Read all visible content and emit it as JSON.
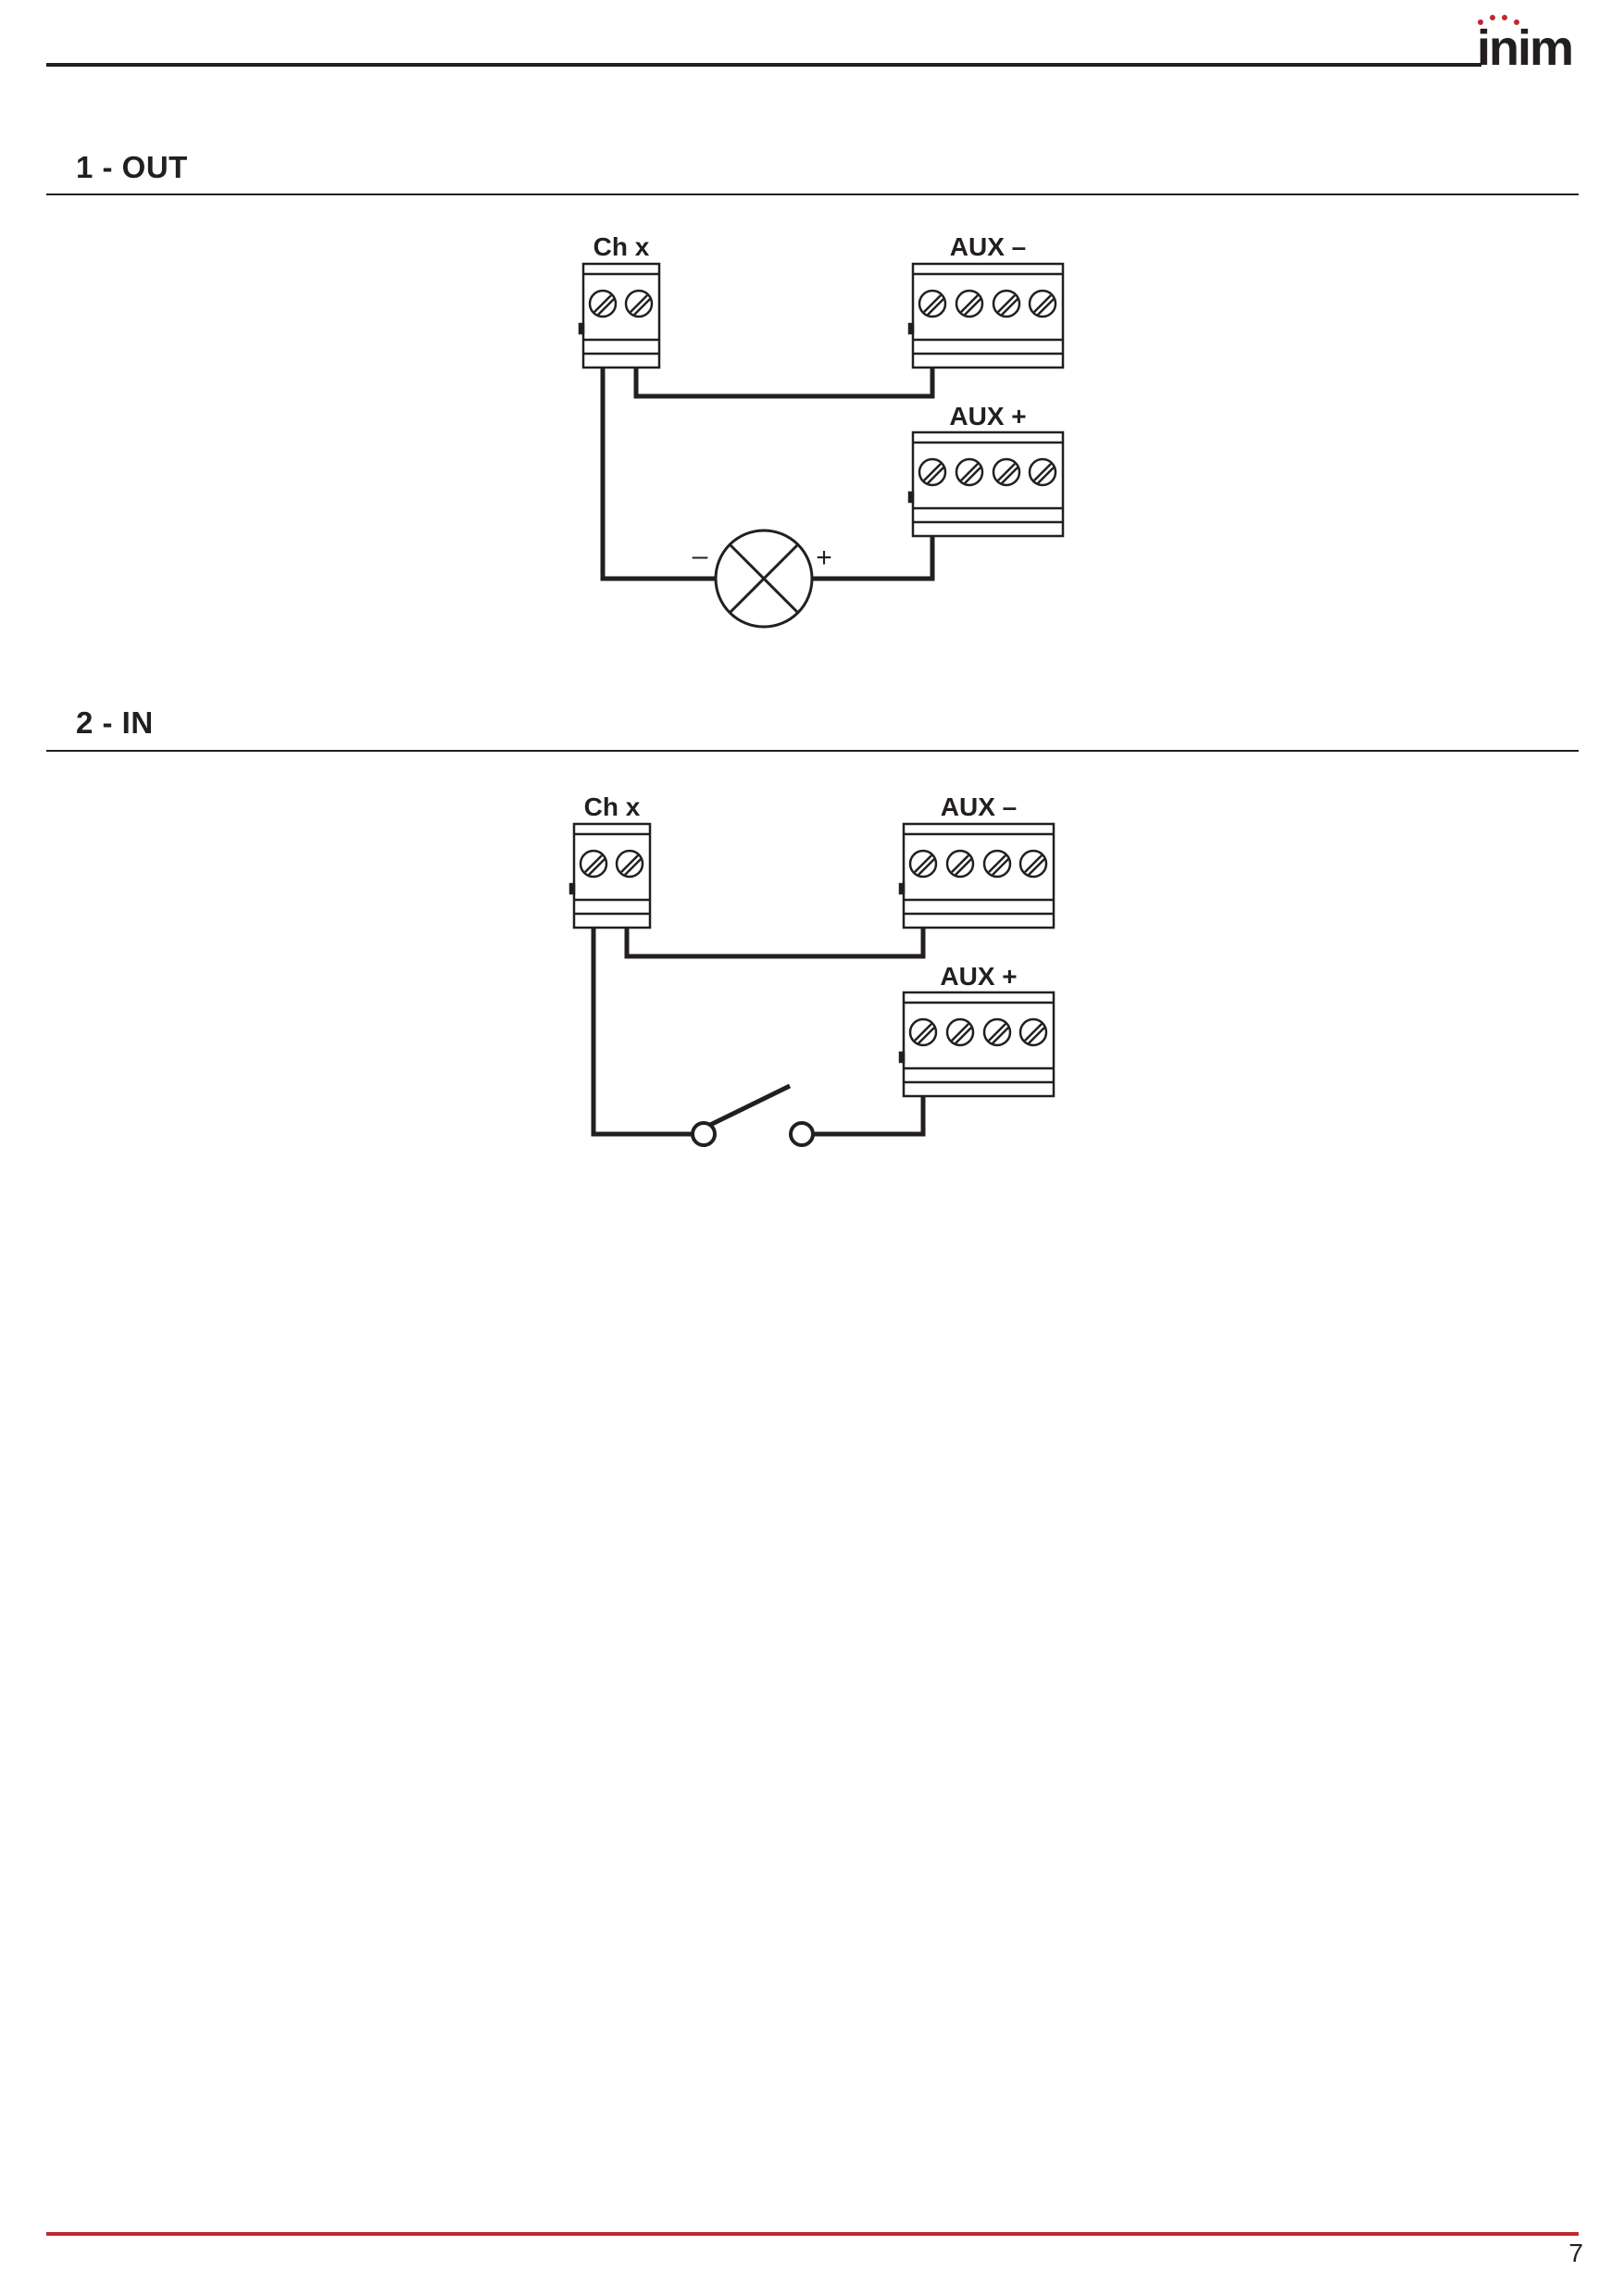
{
  "header": {
    "logo_text": "inim",
    "brand_color": "#c1272d"
  },
  "sections": [
    {
      "title": "1 - OUT",
      "labels": {
        "channel": "Ch x",
        "aux_minus": "AUX –",
        "aux_plus": "AUX +",
        "minus_sign": "–",
        "plus_sign": "+"
      },
      "load_icon": "lamp-icon"
    },
    {
      "title": "2 - IN",
      "labels": {
        "channel": "Ch x",
        "aux_minus": "AUX –",
        "aux_plus": "AUX +"
      },
      "load_icon": "switch-icon"
    }
  ],
  "footer": {
    "page_number": "7",
    "rule_color": "#c1272d"
  }
}
